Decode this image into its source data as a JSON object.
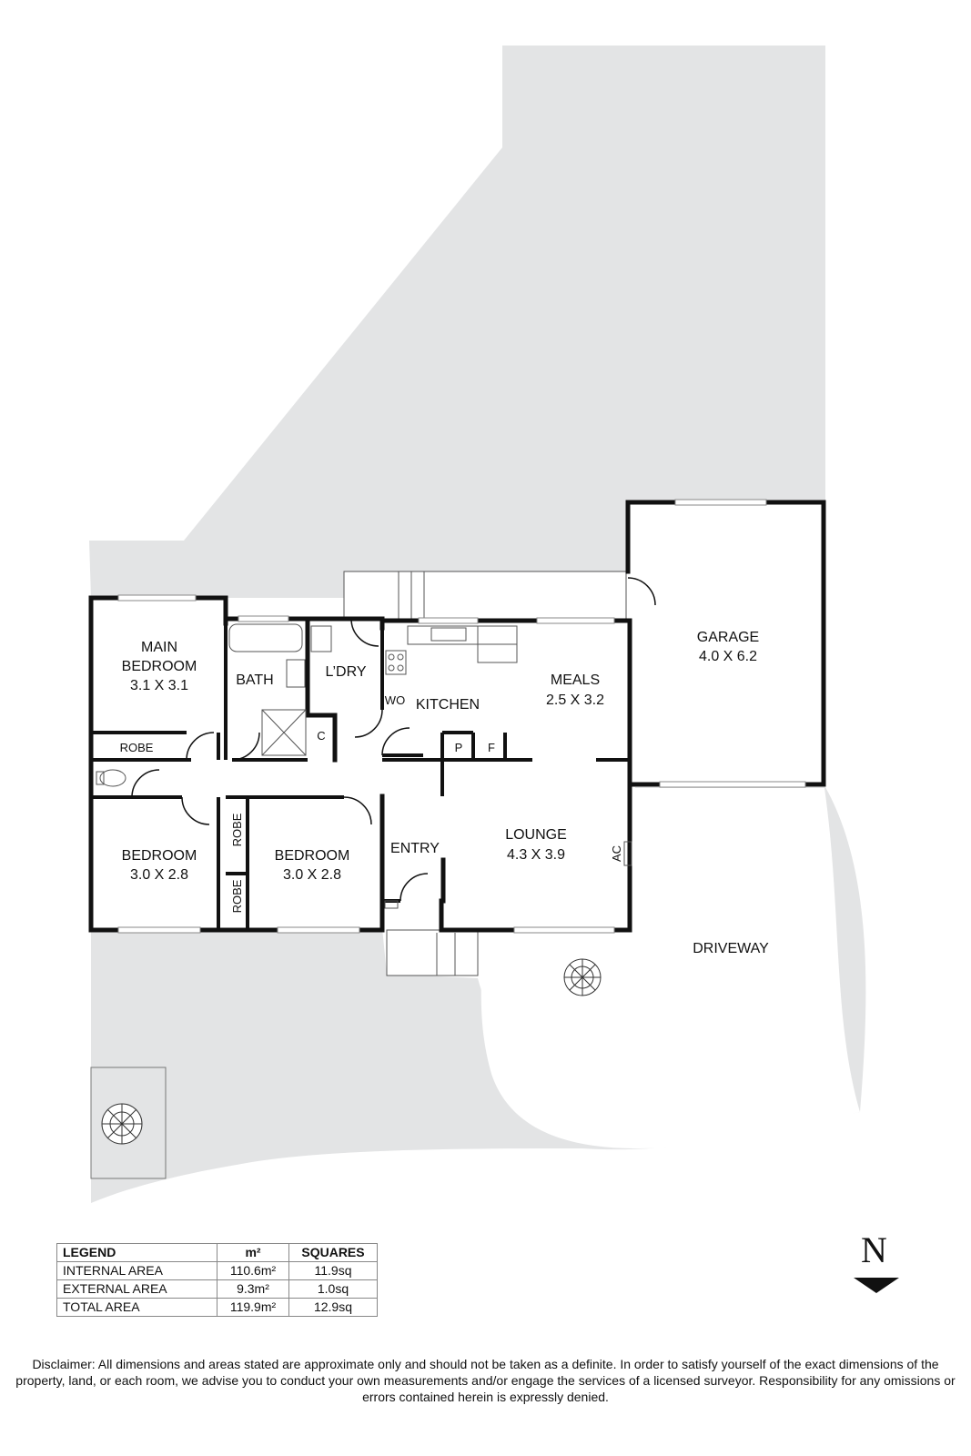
{
  "rooms": {
    "main_bedroom": {
      "name_line1": "MAIN",
      "name_line2": "BEDROOM",
      "size": "3.1 X 3.1"
    },
    "bath": {
      "name": "BATH"
    },
    "laundry": {
      "name": "L’DRY"
    },
    "kitchen": {
      "name": "KITCHEN",
      "wall_oven": "WO"
    },
    "meals": {
      "name": "MEALS",
      "size": "2.5 X 3.2"
    },
    "garage": {
      "name": "GARAGE",
      "size": "4.0 X 6.2"
    },
    "robe_main": {
      "name": "ROBE"
    },
    "cupboard": {
      "name": "C"
    },
    "pantry": {
      "name": "P"
    },
    "fridge": {
      "name": "F"
    },
    "bedroom_2": {
      "name": "BEDROOM",
      "size": "3.0 X 2.8"
    },
    "robe_upper": {
      "name": "ROBE"
    },
    "robe_lower": {
      "name": "ROBE"
    },
    "bedroom_3": {
      "name": "BEDROOM",
      "size": "3.0 X 2.8"
    },
    "entry": {
      "name": "ENTRY"
    },
    "lounge": {
      "name": "LOUNGE",
      "size": "4.3 X 3.9",
      "ac": "AC"
    },
    "driveway": {
      "name": "DRIVEWAY"
    }
  },
  "legend": {
    "headers": [
      "LEGEND",
      "m²",
      "SQUARES"
    ],
    "rows": [
      {
        "label": "INTERNAL AREA",
        "m2": "110.6m²",
        "squares": "11.9sq"
      },
      {
        "label": "EXTERNAL AREA",
        "m2": "9.3m²",
        "squares": "1.0sq"
      },
      {
        "label": "TOTAL AREA",
        "m2": "119.9m²",
        "squares": "12.9sq"
      }
    ]
  },
  "north": {
    "letter": "N"
  },
  "disclaimer": "Disclaimer: All dimensions and areas stated are approximate only and should not be taken as a definite. In order to satisfy yourself of the exact dimensions of the property, land, or each room, we advise you to conduct your own measurements and/or engage the services of a licensed surveyor. Responsibility for any omissions or errors contained herein is expressly denied.",
  "colors": {
    "land": "#e3e4e5",
    "wall": "#111111",
    "floor": "#ffffff"
  }
}
